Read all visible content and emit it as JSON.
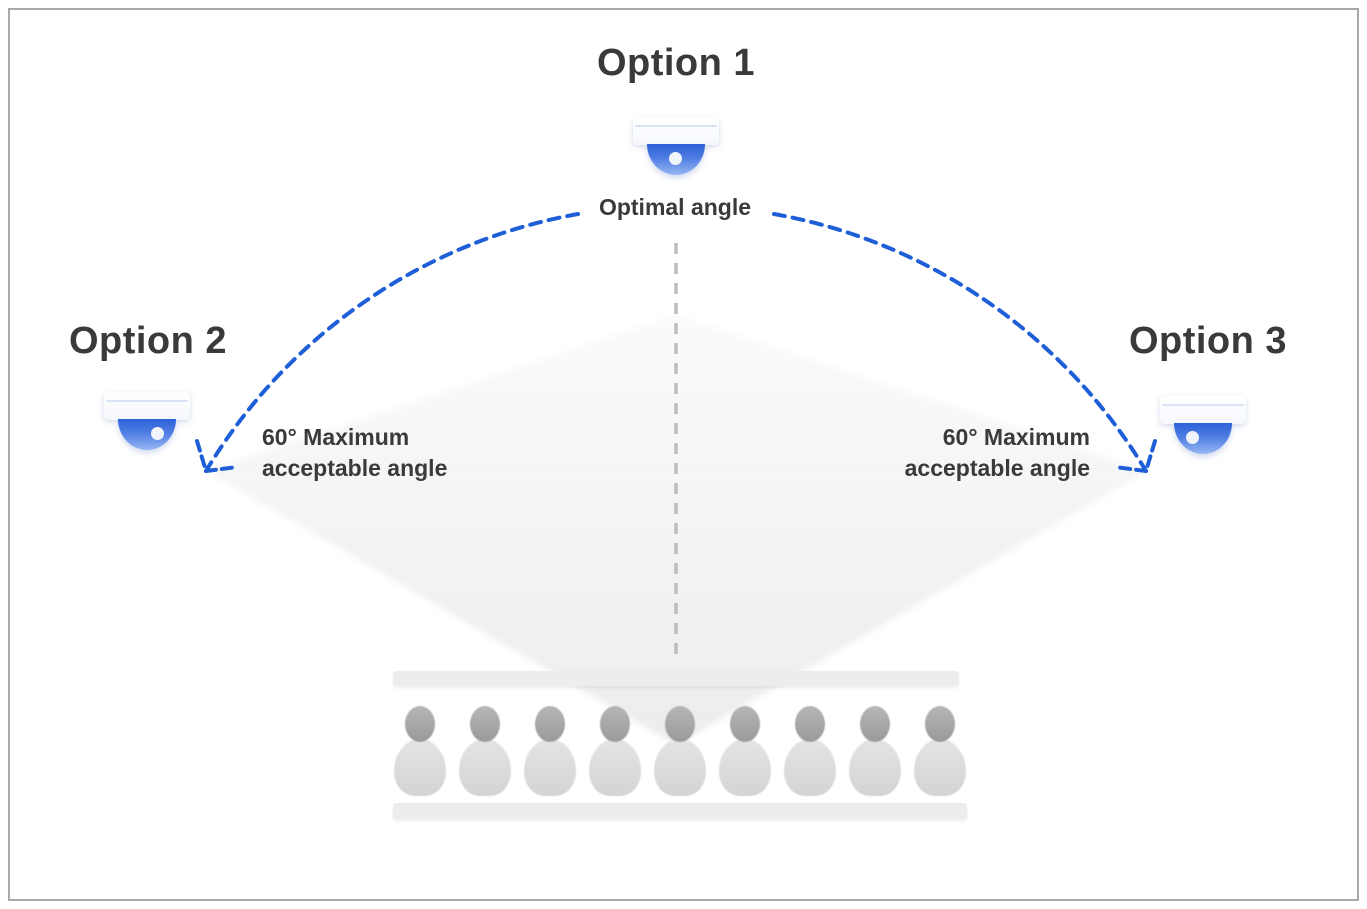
{
  "diagram": {
    "title_options": [
      {
        "label": "Option 1"
      },
      {
        "label": "Option 2"
      },
      {
        "label": "Option 3"
      }
    ],
    "labels": {
      "optimal_angle": "Optimal angle",
      "max_angle_line1": "60° Maximum",
      "max_angle_line2": "acceptable angle"
    },
    "audience_count": 9,
    "colors": {
      "accent_blue": "#1e5fd7",
      "camera_dome_top": "#2d61d7",
      "camera_dome_bottom": "#96b6f3",
      "guide_gray": "#bdbdbd",
      "text_dark": "#3a3a3a",
      "frame_border": "#a9a9a9",
      "bar_gray": "#ededed",
      "head_gray": "#9a9a9a",
      "body_gray": "#d4d4d4"
    }
  }
}
